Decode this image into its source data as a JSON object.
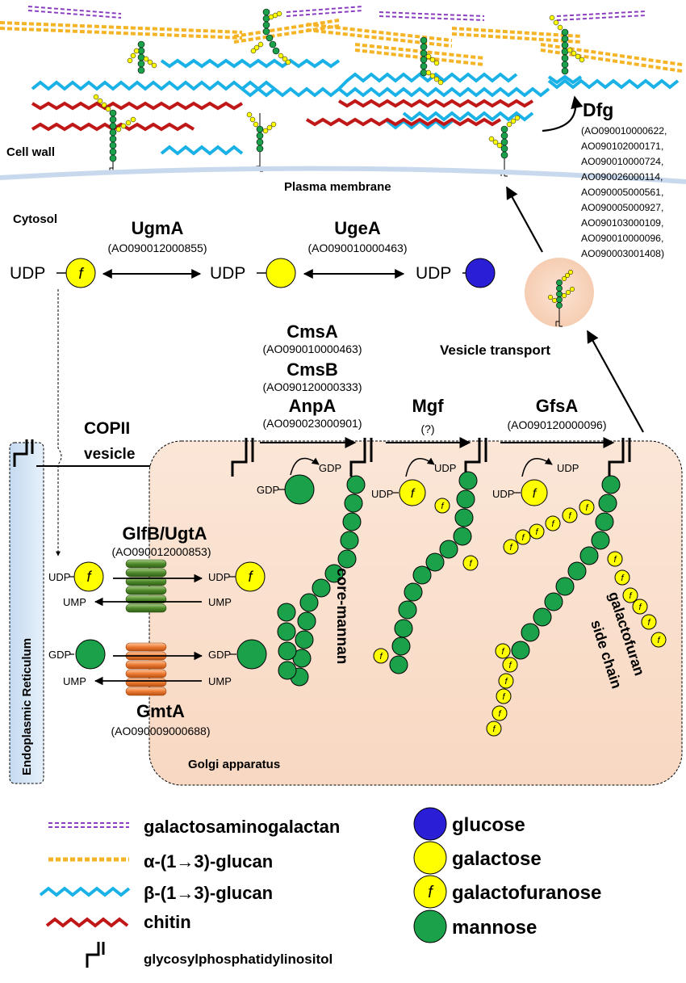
{
  "labels": {
    "cell_wall": "Cell wall",
    "plasma_membrane": "Plasma membrane",
    "cytosol": "Cytosol",
    "golgi": "Golgi apparatus",
    "er": "Endoplasmic Reticulum",
    "vesicle_transport": "Vesicle transport",
    "copii_line1": "COPII",
    "copii_line2": "vesicle",
    "core_mannan": "core-mannan",
    "side_chain_line1": "galactofuran",
    "side_chain_line2": "side chain"
  },
  "enzymes": {
    "ugmA": {
      "name": "UgmA",
      "id": "(AO090012000855)"
    },
    "ugeA": {
      "name": "UgeA",
      "id": "(AO090010000463)"
    },
    "cmsA": {
      "name": "CmsA",
      "id": "(AO090010000463)"
    },
    "cmsB": {
      "name": "CmsB",
      "id": "(AO090120000333)"
    },
    "anpA": {
      "name": "AnpA",
      "id": "(AO090023000901)"
    },
    "mgf": {
      "name": "Mgf",
      "id": "(?)"
    },
    "gfsA": {
      "name": "GfsA",
      "id": "(AO090120000096)"
    },
    "glfB": {
      "name": "GlfB/UgtA",
      "id": "(AO090012000853)"
    },
    "gmtA": {
      "name": "GmtA",
      "id": "(AO090009000688)"
    },
    "dfg": {
      "name": "Dfg",
      "ids": [
        "(AO090010000622,",
        "AO090102000171,",
        "AO090010000724,",
        "AO090026000114,",
        "AO090005000561,",
        "AO090005000927,",
        "AO090103000109,",
        "AO090010000096,",
        "AO090003001408)"
      ]
    }
  },
  "nucleotides": {
    "udp": "UDP",
    "gdp": "GDP",
    "ump": "UMP",
    "f": "f"
  },
  "legend": {
    "galactosaminogalactan": "galactosaminogalactan",
    "alpha_glucan": "α-(1→3)-glucan",
    "beta_glucan": "β-(1→3)-glucan",
    "chitin": "chitin",
    "gpi": "glycosylphosphatidylinositol",
    "glucose": "glucose",
    "galactose": "galactose",
    "galactofuranose": "galactofuranose",
    "mannose": "mannose"
  },
  "colors": {
    "mannose": "#1aa14a",
    "galactose": "#ffff00",
    "glucose": "#2a1fd6",
    "beta_glucan": "#1ab2e6",
    "alpha_glucan": "#f5b426",
    "chitin": "#c01818",
    "galactosaminogalactan": "#8a3fc2",
    "golgi_fill": "#fbe2d2",
    "er_fill": "#d9e8f6",
    "glfB_transporter": "#4f8a2a",
    "gmtA_transporter": "#ec7a34"
  }
}
